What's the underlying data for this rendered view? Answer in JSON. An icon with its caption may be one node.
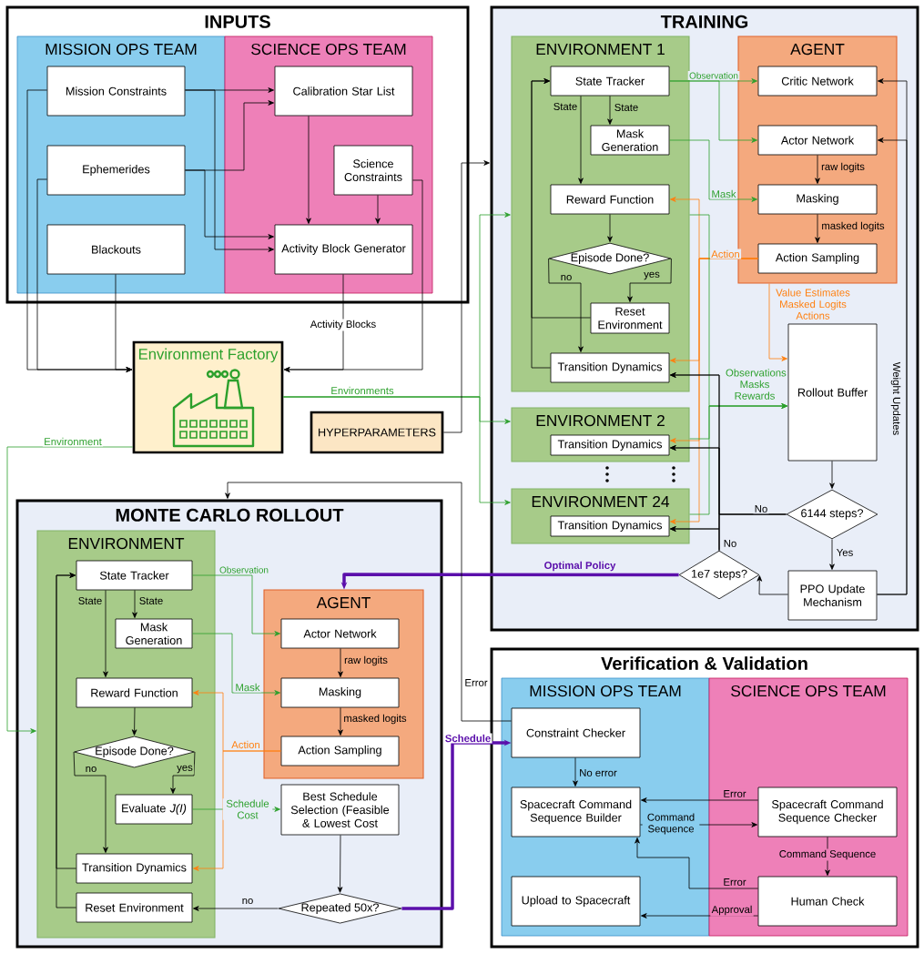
{
  "diagram": {
    "nodes": [
      {
        "text": [
          "INPUTS"
        ]
      },
      {
        "text": [
          "MISSION OPS TEAM"
        ],
        "in": 0
      },
      {
        "text": [
          "SCIENCE OPS TEAM"
        ],
        "in": 0
      },
      {
        "text": [
          "Mission Constraints"
        ],
        "in": 1
      },
      {
        "text": [
          "Ephemerides"
        ],
        "in": 1
      },
      {
        "text": [
          "Blackouts"
        ],
        "in": 1
      },
      {
        "text": [
          "Calibration Star List"
        ],
        "in": 2
      },
      {
        "text": [
          "Science Constraints"
        ],
        "in": 2
      },
      {
        "text": [
          "Activity Block Generator"
        ],
        "in": 2
      },
      {
        "text": [
          "Environment Factory"
        ]
      },
      {
        "text": [
          "HYPERPARAMETERS"
        ]
      },
      {
        "text": [
          "TRAINING"
        ]
      },
      {
        "text": [
          "ENVIRONMENT 1"
        ],
        "in": 11
      },
      {
        "text": [
          "State Tracker"
        ],
        "in": 12
      },
      {
        "text": [
          "Mask Generation"
        ],
        "in": 12
      },
      {
        "text": [
          "Reward Function"
        ],
        "in": 12
      },
      {
        "text": [
          "Episode Done?"
        ],
        "in": 12
      },
      {
        "text": [
          "Reset Environment"
        ],
        "in": 12
      },
      {
        "text": [
          "Transition Dynamics"
        ],
        "in": 12
      },
      {
        "text": [
          "AGENT"
        ],
        "in": 11
      },
      {
        "text": [
          "Critic Network"
        ],
        "in": 19
      },
      {
        "text": [
          "Actor Network"
        ],
        "in": 19
      },
      {
        "text": [
          "Masking"
        ],
        "in": 19
      },
      {
        "text": [
          "Action Sampling"
        ],
        "in": 19
      },
      {
        "text": [
          "Rollout Buffer"
        ],
        "in": 11
      },
      {
        "text": [
          "ENVIRONMENT 2"
        ],
        "in": 11
      },
      {
        "text": [
          "Transition Dynamics"
        ],
        "in": 25
      },
      {
        "text": [
          "ENVIRONMENT 24"
        ],
        "in": 11
      },
      {
        "text": [
          "Transition Dynamics"
        ],
        "in": 27
      },
      {
        "text": [
          "6144 steps?"
        ],
        "in": 11
      },
      {
        "text": [
          "1e7 steps?"
        ],
        "in": 11
      },
      {
        "text": [
          "PPO Update Mechanism"
        ],
        "in": 11
      },
      {
        "text": [
          "MONTE CARLO ROLLOUT"
        ]
      },
      {
        "text": [
          "ENVIRONMENT"
        ],
        "in": 32
      },
      {
        "text": [
          "State Tracker"
        ],
        "in": 33
      },
      {
        "text": [
          "Mask Generation"
        ],
        "in": 33
      },
      {
        "text": [
          "Reward Function"
        ],
        "in": 33
      },
      {
        "text": [
          "Episode Done?"
        ],
        "in": 33
      },
      {
        "text": [
          "Evaluate *J(I)*"
        ],
        "in": 33
      },
      {
        "text": [
          "Transition Dynamics"
        ],
        "in": 33
      },
      {
        "text": [
          "Reset Environment"
        ],
        "in": 33
      },
      {
        "text": [
          "AGENT"
        ],
        "in": 32
      },
      {
        "text": [
          "Actor Network"
        ],
        "in": 41
      },
      {
        "text": [
          "Masking"
        ],
        "in": 41
      },
      {
        "text": [
          "Action Sampling"
        ],
        "in": 41
      },
      {
        "text": [
          "Best Schedule Selection (Feasible & Lowest Cost"
        ],
        "in": 32
      },
      {
        "text": [
          "Repeated 50x?"
        ],
        "in": 32
      },
      {
        "text": [
          "Verification & Validation"
        ]
      },
      {
        "text": [
          "MISSION OPS TEAM"
        ],
        "in": 47
      },
      {
        "text": [
          "SCIENCE OPS TEAM"
        ],
        "in": 47
      },
      {
        "text": [
          "Constraint Checker"
        ],
        "in": 48
      },
      {
        "text": [
          "Spacecraft Command Sequence Builder"
        ],
        "in": 48
      },
      {
        "text": [
          "Upload to Spacecraft"
        ],
        "in": 48
      },
      {
        "text": [
          "Spacecraft Command Sequence Checker"
        ],
        "in": 49
      },
      {
        "text": [
          "Human Check"
        ],
        "in": 49
      }
    ],
    "edges": [
      {
        "from": 3,
        "to": 6,
        "arrow": "to"
      },
      {
        "from": 4,
        "to": 6,
        "arrow": "to"
      },
      {
        "from": 4,
        "to": 8,
        "arrow": "to"
      },
      {
        "from": 3,
        "to": 8,
        "arrow": "to"
      },
      {
        "from": 6,
        "to": 8,
        "arrow": "to"
      },
      {
        "from": 7,
        "to": 8,
        "arrow": "to"
      },
      {
        "from": 3,
        "to": 9,
        "arrow": "to"
      },
      {
        "from": 4,
        "to": 9,
        "arrow": "to"
      },
      {
        "from": 5,
        "to": 9,
        "arrow": "to"
      },
      {
        "from": 8,
        "to": 9,
        "arrow": "to",
        "label": "Activity Blocks"
      },
      {
        "from": 7,
        "to": 9,
        "arrow": "to"
      },
      {
        "from": 9,
        "to": 12,
        "arrow": "to",
        "label": "Environments",
        "color": "#2ca02c"
      },
      {
        "from": 9,
        "to": 25,
        "arrow": "to",
        "color": "#2ca02c"
      },
      {
        "from": 9,
        "to": 27,
        "arrow": "to",
        "color": "#2ca02c"
      },
      {
        "from": 10,
        "to": 11,
        "arrow": "to"
      },
      {
        "from": 9,
        "to": 33,
        "arrow": "to",
        "label": "Environment",
        "color": "#2ca02c"
      },
      {
        "from": 13,
        "to": 20,
        "arrow": "to",
        "label": "Observation",
        "color": "#2ca02c"
      },
      {
        "from": 13,
        "to": 21,
        "arrow": "to",
        "color": "#2ca02c"
      },
      {
        "from": 13,
        "to": 14,
        "arrow": "to",
        "label": "State"
      },
      {
        "from": 13,
        "to": 15,
        "arrow": "to",
        "label": "State"
      },
      {
        "from": 14,
        "to": 22,
        "arrow": "to",
        "label": "Mask",
        "color": "#2ca02c"
      },
      {
        "from": 15,
        "to": 16,
        "arrow": "to"
      },
      {
        "from": 16,
        "to": 17,
        "arrow": "to",
        "label": "yes"
      },
      {
        "from": 16,
        "to": 18,
        "arrow": "to",
        "label": "no"
      },
      {
        "from": 17,
        "to": 13,
        "arrow": "to"
      },
      {
        "from": 18,
        "to": 13,
        "arrow": "to"
      },
      {
        "from": 21,
        "to": 22,
        "arrow": "to",
        "label": "raw logits"
      },
      {
        "from": 22,
        "to": 23,
        "arrow": "to",
        "label": "masked logits"
      },
      {
        "from": 23,
        "to": 15,
        "arrow": "to",
        "label": "Action",
        "color": "#ff7f0e"
      },
      {
        "from": 23,
        "to": 18,
        "arrow": "to",
        "color": "#ff7f0e"
      },
      {
        "from": 23,
        "to": 26,
        "arrow": "to",
        "color": "#ff7f0e"
      },
      {
        "from": 23,
        "to": 28,
        "arrow": "to",
        "color": "#ff7f0e"
      },
      {
        "from": 19,
        "to": 24,
        "arrow": "to",
        "label": "Value Estimates Masked Logits Actions",
        "color": "#ff7f0e"
      },
      {
        "from": 12,
        "to": 24,
        "arrow": "to",
        "label": "Observations Masks Rewards",
        "color": "#2ca02c"
      },
      {
        "from": 25,
        "to": 24,
        "arrow": "to",
        "color": "#2ca02c"
      },
      {
        "from": 27,
        "to": 24,
        "arrow": "to",
        "color": "#2ca02c"
      },
      {
        "from": 24,
        "to": 29,
        "arrow": "to"
      },
      {
        "from": 29,
        "to": 18,
        "arrow": "to",
        "label": "No"
      },
      {
        "from": 29,
        "to": 26,
        "arrow": "to"
      },
      {
        "from": 29,
        "to": 28,
        "arrow": "to"
      },
      {
        "from": 29,
        "to": 31,
        "arrow": "to",
        "label": "Yes"
      },
      {
        "from": 31,
        "to": 30,
        "arrow": "to"
      },
      {
        "from": 30,
        "to": 18,
        "arrow": "to",
        "label": "No"
      },
      {
        "from": 30,
        "to": 26,
        "arrow": "to"
      },
      {
        "from": 30,
        "to": 28,
        "arrow": "to"
      },
      {
        "from": 31,
        "to": 20,
        "arrow": "to",
        "label": "Weight Updates"
      },
      {
        "from": 31,
        "to": 21,
        "arrow": "to"
      },
      {
        "from": 30,
        "to": 41,
        "arrow": "to",
        "label": "Optimal Policy",
        "color": "#5b0fab",
        "style": "thick"
      },
      {
        "from": 34,
        "to": 42,
        "arrow": "to",
        "label": "Observation",
        "color": "#2ca02c"
      },
      {
        "from": 34,
        "to": 35,
        "arrow": "to",
        "label": "State"
      },
      {
        "from": 34,
        "to": 36,
        "arrow": "to",
        "label": "State"
      },
      {
        "from": 35,
        "to": 43,
        "arrow": "to",
        "label": "Mask",
        "color": "#2ca02c"
      },
      {
        "from": 36,
        "to": 37,
        "arrow": "to"
      },
      {
        "from": 37,
        "to": 38,
        "arrow": "to",
        "label": "yes"
      },
      {
        "from": 37,
        "to": 39,
        "arrow": "to",
        "label": "no"
      },
      {
        "from": 42,
        "to": 43,
        "arrow": "to",
        "label": "raw logits"
      },
      {
        "from": 43,
        "to": 44,
        "arrow": "to",
        "label": "masked logits"
      },
      {
        "from": 44,
        "to": 36,
        "arrow": "to",
        "label": "Action",
        "color": "#ff7f0e"
      },
      {
        "from": 44,
        "to": 39,
        "arrow": "to",
        "color": "#ff7f0e"
      },
      {
        "from": 38,
        "to": 45,
        "arrow": "to",
        "label": "Schedule Cost",
        "color": "#2ca02c"
      },
      {
        "from": 45,
        "to": 46,
        "arrow": "to"
      },
      {
        "from": 46,
        "to": 40,
        "arrow": "to",
        "label": "no"
      },
      {
        "from": 39,
        "to": 34,
        "arrow": "to"
      },
      {
        "from": 40,
        "to": 34,
        "arrow": "to"
      },
      {
        "from": 46,
        "to": 50,
        "arrow": "to",
        "label": "Schedule",
        "color": "#5b0fab",
        "style": "thick"
      },
      {
        "from": 50,
        "to": 32,
        "arrow": "to",
        "label": "Error"
      },
      {
        "from": 50,
        "to": 51,
        "arrow": "to",
        "label": "No error"
      },
      {
        "from": 53,
        "to": 51,
        "arrow": "to",
        "label": "Error"
      },
      {
        "from": 51,
        "to": 53,
        "arrow": "to",
        "label": "Command Sequence"
      },
      {
        "from": 53,
        "to": 54,
        "arrow": "to",
        "label": "Command Sequence"
      },
      {
        "from": 54,
        "to": 51,
        "arrow": "to",
        "label": "Error"
      },
      {
        "from": 54,
        "to": 52,
        "arrow": "to",
        "label": "Approval"
      }
    ]
  }
}
